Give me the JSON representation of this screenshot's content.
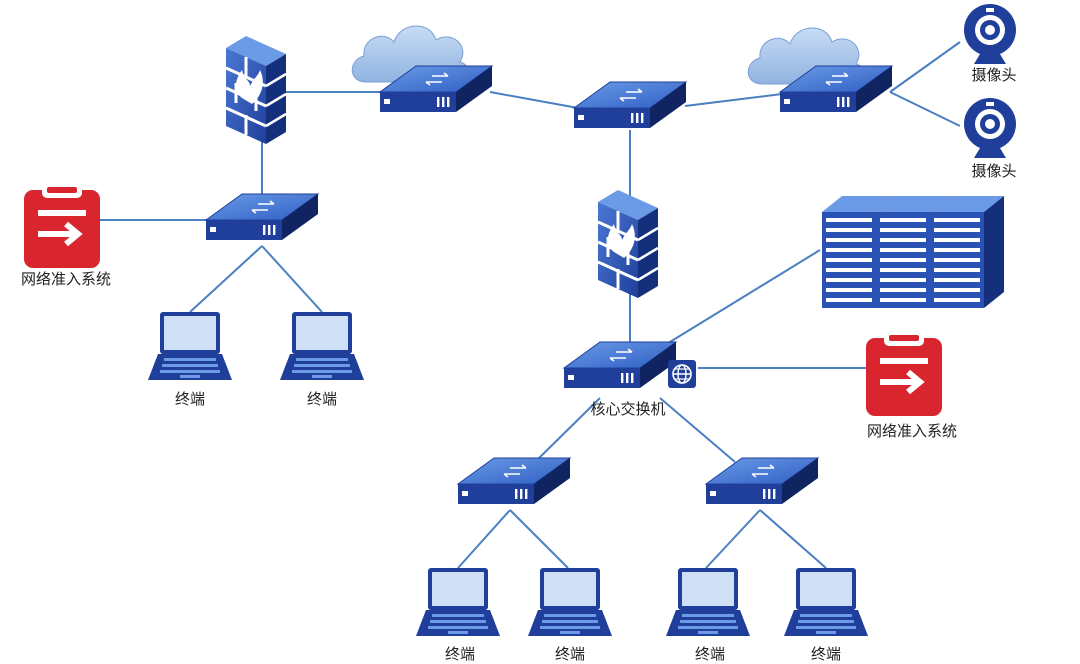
{
  "labels": {
    "camera_1": "摄像头",
    "camera_2": "摄像头",
    "nac_left": "网络准入系统",
    "nac_right": "网络准入系统",
    "core_switch": "核心交换机",
    "terminal_1": "终端",
    "terminal_2": "终端",
    "terminal_3": "终端",
    "terminal_4": "终端",
    "terminal_5": "终端",
    "terminal_6": "终端"
  },
  "colors": {
    "device_blue": "#1f3f9b",
    "device_light": "#3a6fd0",
    "link_blue": "#4a7fc1",
    "nac_red": "#d9262e",
    "cloud_blue": "#a9c7ea"
  },
  "icons": {
    "switch": "network-switch-icon",
    "firewall": "firewall-icon",
    "cloud": "cloud-icon",
    "camera": "webcam-icon",
    "server": "server-rack-icon",
    "nac": "clipboard-arrow-icon",
    "laptop": "laptop-icon",
    "globe": "globe-icon"
  }
}
